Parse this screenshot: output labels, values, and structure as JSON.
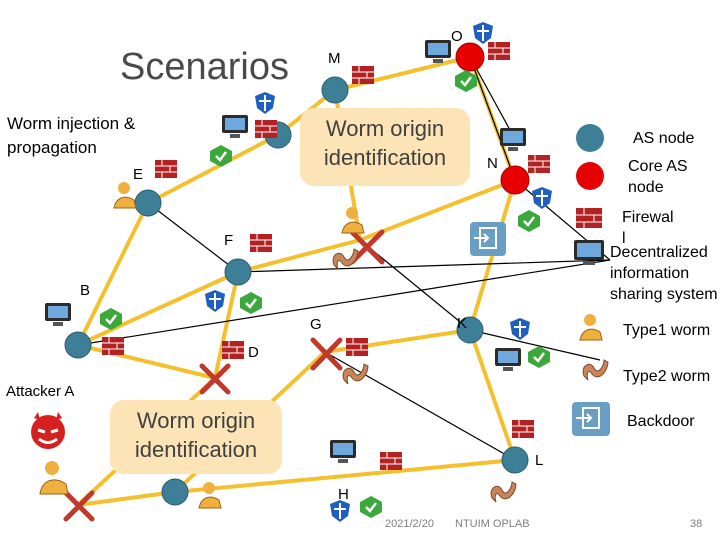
{
  "slide": {
    "title": "Scenarios",
    "subtitle": "Worm injection & propagation",
    "callout_top": "Worm origin identification",
    "callout_bottom": "Worm origin identification",
    "attacker_label": "Attacker A"
  },
  "node_labels": {
    "O": "O",
    "M": "M",
    "N": "N",
    "E": "E",
    "F": "F",
    "B": "B",
    "G": "G",
    "K": "K",
    "D": "D",
    "L": "L",
    "H": "H"
  },
  "legend": {
    "as_node": "AS node",
    "core_as_node": "Core  AS node",
    "firewall": "Firewal l",
    "decentralized": "Decentralized information sharing system",
    "type1_worm": "Type1 worm",
    "type2_worm": "Type2 worm",
    "backdoor": "Backdoor"
  },
  "footer": {
    "date": "2021/2/20",
    "org": "NTUIM OPLAB",
    "page": "38"
  },
  "colors": {
    "as_node": "#3d7f96",
    "core_node": "#e60000",
    "link": "#f5c02e",
    "callout": "#fce4b6"
  }
}
